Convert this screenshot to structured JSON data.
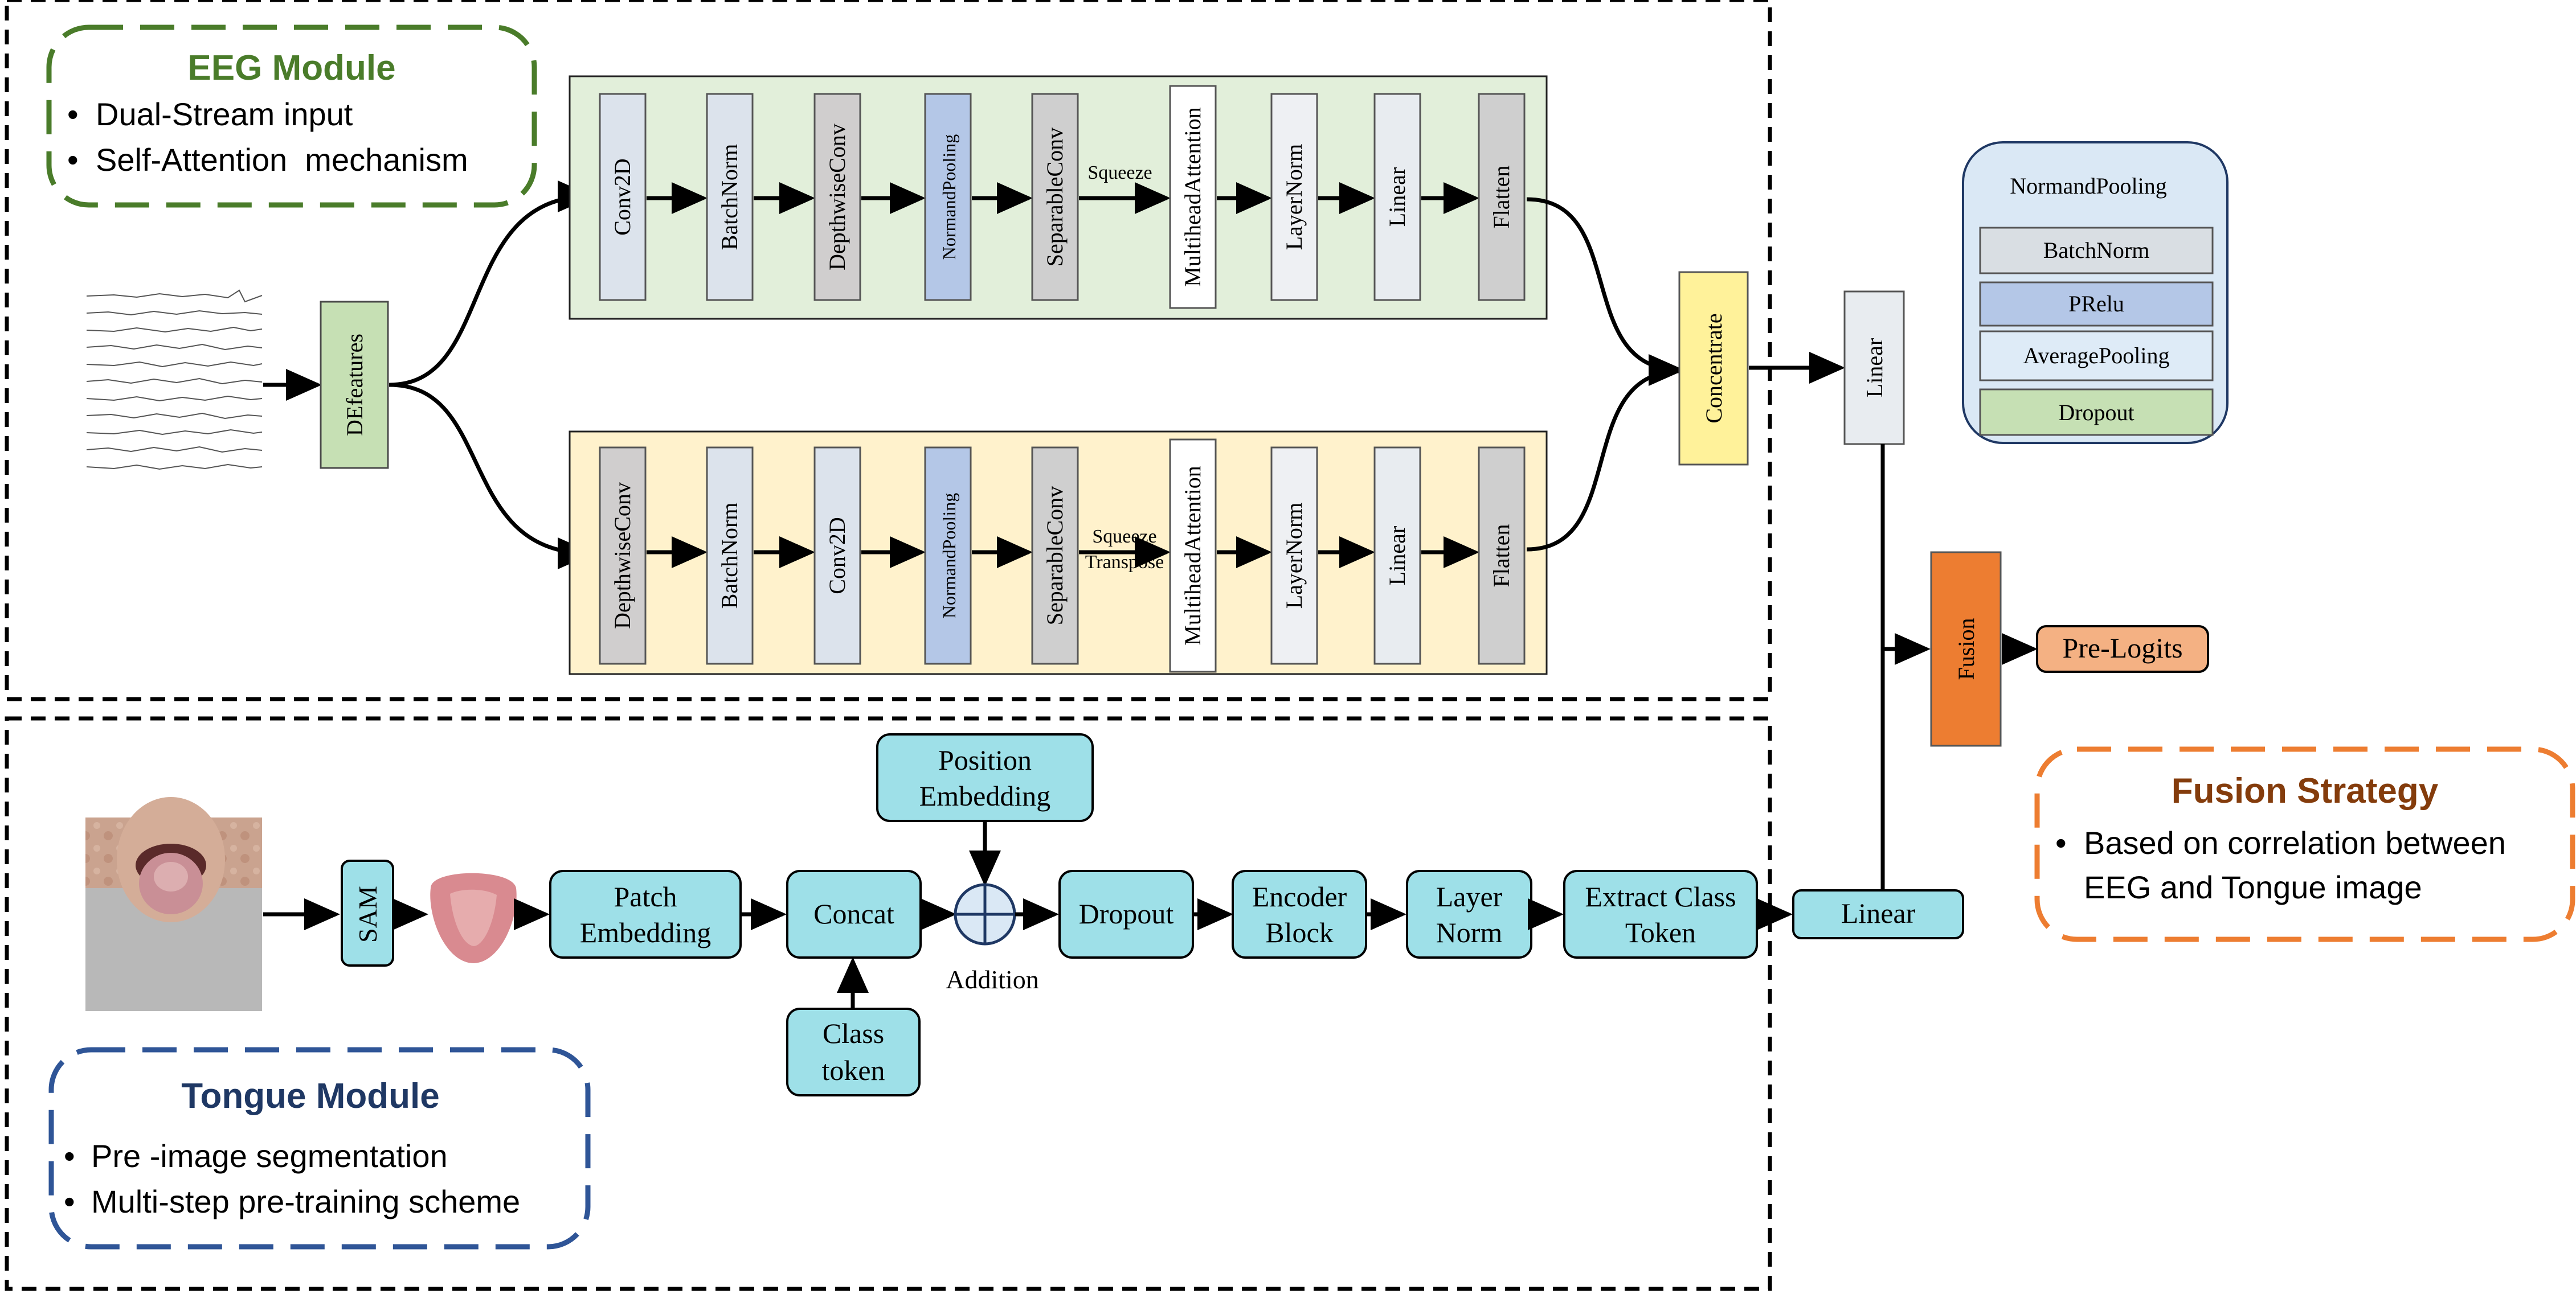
{
  "eeg_module": {
    "title": "EEG Module",
    "bullets": [
      "Dual-Stream input",
      "Self-Attention  mechanism"
    ],
    "input_block": "DEfeatures",
    "stream_top": [
      "Conv2D",
      "BatchNorm",
      "DepthwiseConv",
      "NormandPooling",
      "SeparableConv",
      "MultiheadAttention",
      "LayerNorm",
      "Linear",
      "Flatten"
    ],
    "stream_bottom": [
      "DepthwiseConv",
      "BatchNorm",
      "Conv2D",
      "NormandPooling",
      "SeparableConv",
      "MultiheadAttention",
      "LayerNorm",
      "Linear",
      "Flatten"
    ],
    "top_arrow_label": "Squeeze",
    "bottom_arrow_label_1": "Squeeze",
    "bottom_arrow_label_2": "Transpose",
    "concat_block": "Concentrate",
    "linear_block": "Linear"
  },
  "legend_box": {
    "title": "NormandPooling",
    "items": [
      "BatchNorm",
      "PRelu",
      "AveragePooling",
      "Dropout"
    ]
  },
  "fusion": {
    "block": "Fusion",
    "output": "Pre-Logits",
    "strategy_title": "Fusion Strategy",
    "strategy_bullet_line1": "Based on correlation between",
    "strategy_bullet_line2": "EEG and Tongue image"
  },
  "tongue_module": {
    "title": "Tongue Module",
    "bullets": [
      "Pre -image segmentation",
      "Multi-step pre-training scheme"
    ],
    "sam": "SAM",
    "patch_embedding": [
      "Patch",
      "Embedding"
    ],
    "concat": "Concat",
    "position_embedding": [
      "Position",
      "Embedding"
    ],
    "class_token": [
      "Class",
      "token"
    ],
    "addition": "Addition",
    "dropout": "Dropout",
    "encoder_block": [
      "Encoder",
      "Block"
    ],
    "layer_norm": [
      "Layer",
      "Norm"
    ],
    "extract_class_token": [
      "Extract Class",
      "Token"
    ],
    "linear": "Linear"
  },
  "colors": {
    "eeg_green": "#4a7c2a",
    "tongue_navy": "#1f3864",
    "fusion_orange": "#ed7d31",
    "fusion_title": "#843c0c",
    "teal_block": "#9ee0e8",
    "top_panel": "#e2efda",
    "bottom_panel": "#fff2cc",
    "legend_bg": "#dae8f5"
  }
}
